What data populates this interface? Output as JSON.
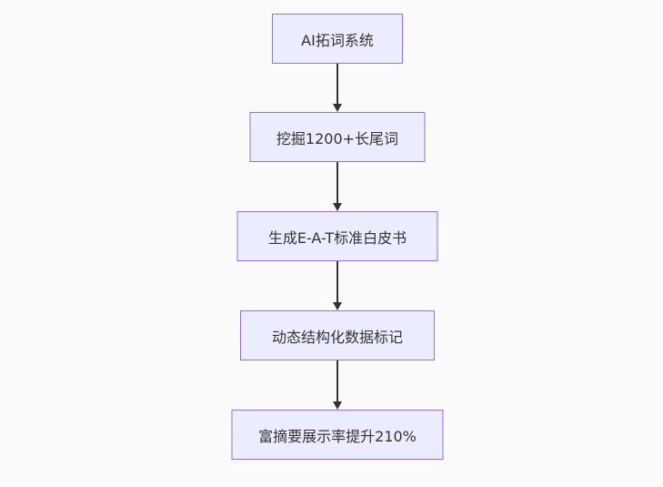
{
  "diagram": {
    "type": "flowchart",
    "direction": "top-down",
    "colors": {
      "background": "#fafafa",
      "node_fill": "#ECECFF",
      "node_border": "#9370DB",
      "arrow": "#333333",
      "text": "#333333"
    },
    "nodes": [
      {
        "label": "AI拓词系统"
      },
      {
        "label": "挖掘1200+长尾词"
      },
      {
        "label": "生成E-A-T标准白皮书"
      },
      {
        "label": "动态结构化数据标记"
      },
      {
        "label": "富摘要展示率提升210%"
      }
    ],
    "edges": [
      {
        "from": 0,
        "to": 1
      },
      {
        "from": 1,
        "to": 2
      },
      {
        "from": 2,
        "to": 3
      },
      {
        "from": 3,
        "to": 4
      }
    ]
  }
}
